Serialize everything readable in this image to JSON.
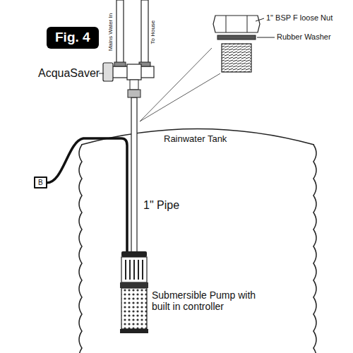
{
  "diagram": {
    "nodes": [
      {
        "text": [
          "Fig. 4"
        ]
      },
      {
        "text": [
          "B"
        ]
      }
    ],
    "labels": [
      "AcquaSaver",
      "1\" BSP F loose Nut",
      "Rubber Washer",
      "Rainwater Tank",
      "1\" Pipe",
      "Submersible Pump with built in controller",
      "Mains Water In",
      "To House"
    ]
  }
}
